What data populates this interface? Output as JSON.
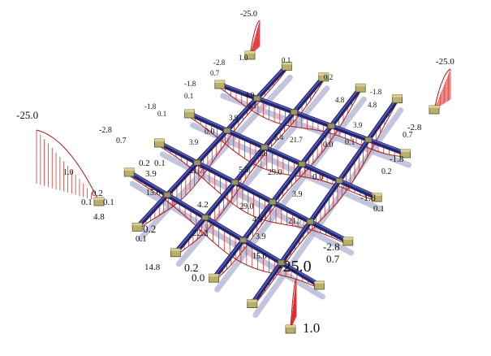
{
  "diagram": {
    "kind": "beam-grid-bending-moment",
    "colors": {
      "beam": "#2b2e7a",
      "beam_highlight": "#5a60b8",
      "beam_shadow": "#b9bbd6",
      "moment_fill": "#e0302e",
      "support": "#b8b06a"
    },
    "corner_labels": {
      "top_peak": "-25.0",
      "top_base": "1.0",
      "right_peak": "-25.0",
      "left_peak": "-25.0",
      "left_base": "1.0",
      "bottom_peak": "-25.0",
      "bottom_base": "1.0"
    },
    "edge_labels": [
      "-2.8",
      "0.7",
      "-1.8",
      "0.1",
      "-1.8",
      "0.1",
      "-2.8",
      "0.7",
      "-2.8",
      "0.7",
      "-1.8",
      "0.2",
      "-1.8",
      "0.1",
      "-2.8",
      "0.7",
      "-1.8",
      "0.1"
    ],
    "interior_labels": [
      "0.2",
      "0.1",
      "0.1",
      "4.8",
      "0.2",
      "0.1",
      "0.2",
      "0.0",
      "3.9",
      "15.6",
      "4.2",
      "22.2",
      "14.8",
      "29.0",
      "3.9",
      "21.7",
      "5.5",
      "3.6",
      "29.0",
      "4.9",
      "15.6",
      "21.7",
      "3.9",
      "4.1",
      "5.4",
      "0.0",
      "4.9",
      "3.9",
      "0.1",
      "0.2",
      "4.8",
      "3.9",
      "0.0",
      "0.2",
      "0.1",
      "4.8",
      "21.7",
      "3.9",
      "0.0",
      "0.1"
    ]
  }
}
